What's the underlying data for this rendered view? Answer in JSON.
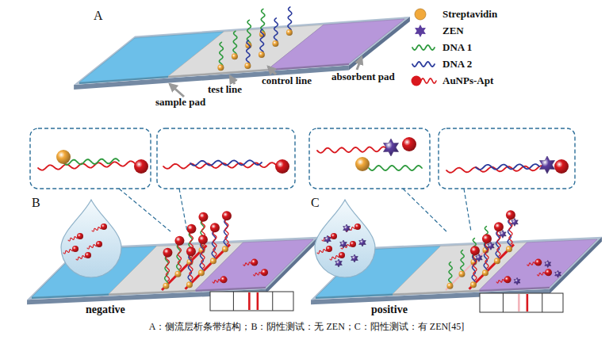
{
  "diagram": {
    "caption": "A：侧流层析条带结构；B：阴性测试：无 ZEN；C：阳性测试：有 ZEN[45]",
    "labels": [
      "A",
      "sample pad",
      "test line",
      "control line",
      "absorbent pad",
      "B",
      "negative",
      "C",
      "positive"
    ],
    "legend": [
      {
        "text": "Streptavidin",
        "color": "#f2a93b"
      },
      {
        "text": "ZEN",
        "color": "#5b3d9e"
      },
      {
        "text": "DNA 1",
        "color": "#2e9a3e"
      },
      {
        "text": "DNA 2",
        "color": "#2b3b9c"
      },
      {
        "text": "AuNPs-Apt",
        "color": "#d9181e"
      }
    ]
  }
}
